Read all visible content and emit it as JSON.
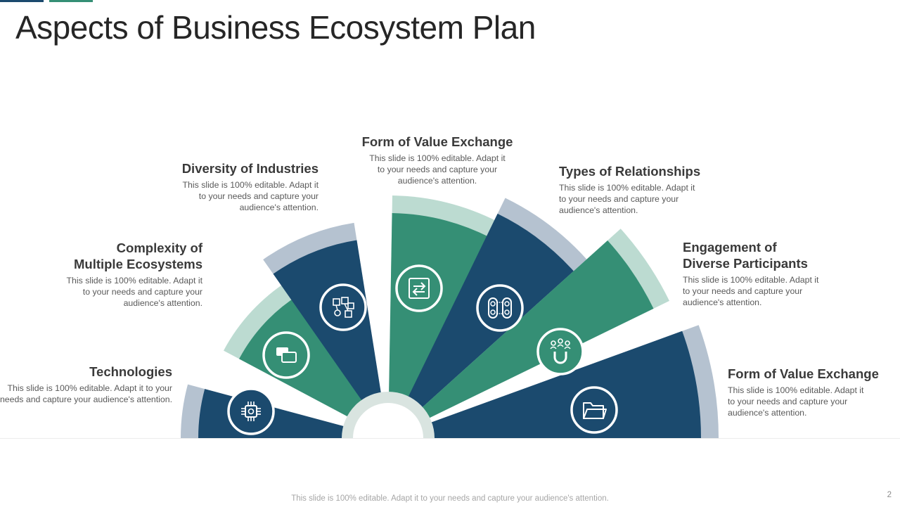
{
  "title": "Aspects of Business Ecosystem Plan",
  "colors": {
    "navy": "#1b4a6e",
    "green": "#358f75",
    "navy_light": "#b5c2d0",
    "green_light": "#bcdbd1",
    "top_bar_left": "#1b4a6e",
    "top_bar_right": "#358f75"
  },
  "segments": [
    {
      "name": "Technologies",
      "color": "navy",
      "icon": "chip-icon",
      "heading": "Technologies",
      "text": "This slide is 100% editable. Adapt it to your needs and capture your audience's attention."
    },
    {
      "name": "Complexity",
      "color": "green",
      "icon": "chat-icon",
      "heading": "Complexity of Multiple Ecosystems",
      "heading_lines": [
        "Complexity of",
        "Multiple Ecosystems"
      ],
      "text": "This slide is 100% editable. Adapt it to your needs and capture your audience's attention."
    },
    {
      "name": "Diversity",
      "color": "navy",
      "icon": "network-icon",
      "heading": "Diversity of Industries",
      "text": "This slide is 100% editable. Adapt it to your needs and capture your audience's attention."
    },
    {
      "name": "Value",
      "color": "green",
      "icon": "exchange-icon",
      "heading": "Form of Value Exchange",
      "text": "This slide is 100% editable. Adapt it to your needs and capture your audience's attention."
    },
    {
      "name": "Relationships",
      "color": "navy",
      "icon": "people-link-icon",
      "heading": "Types of Relationships",
      "text": "This slide is 100% editable. Adapt it to your needs and capture your audience's attention."
    },
    {
      "name": "Engagement",
      "color": "green",
      "icon": "magnet-people-icon",
      "heading": "Engagement of Diverse Participants",
      "heading_lines": [
        "Engagement of",
        "Diverse Participants"
      ],
      "text": "This slide is 100% editable. Adapt it to your needs and capture your audience's attention."
    },
    {
      "name": "Value2",
      "color": "navy",
      "icon": "folder-icon",
      "heading": "Form of Value Exchange",
      "text": "This slide is 100% editable. Adapt it to your needs and capture your audience's attention."
    }
  ],
  "footer_note": "This slide is 100% editable. Adapt it to your needs and capture your audience's attention.",
  "page_number": "2"
}
